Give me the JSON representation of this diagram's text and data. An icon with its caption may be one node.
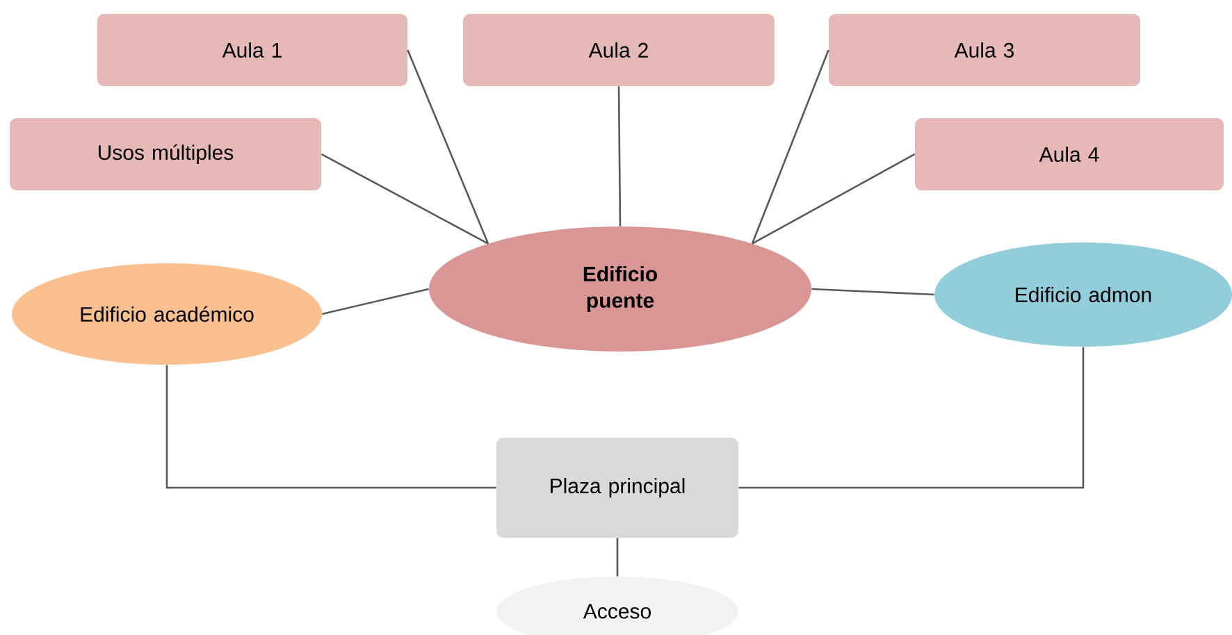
{
  "diagram": {
    "nodes": [
      {
        "text": [
          "Aula 1"
        ]
      },
      {
        "text": [
          "Aula 2"
        ]
      },
      {
        "text": [
          "Aula 3"
        ]
      },
      {
        "text": [
          "Usos múltiples"
        ]
      },
      {
        "text": [
          "Aula 4"
        ]
      },
      {
        "text": [
          "Edificio puente"
        ]
      },
      {
        "text": [
          "Edificio académico"
        ]
      },
      {
        "text": [
          "Edificio admon"
        ]
      },
      {
        "text": [
          "Plaza principal"
        ]
      },
      {
        "text": [
          "Acceso"
        ]
      }
    ],
    "edges": [
      {
        "from": 0,
        "to": 5,
        "arrow": "none"
      },
      {
        "from": 1,
        "to": 5,
        "arrow": "none"
      },
      {
        "from": 2,
        "to": 5,
        "arrow": "none"
      },
      {
        "from": 3,
        "to": 5,
        "arrow": "none"
      },
      {
        "from": 4,
        "to": 5,
        "arrow": "none"
      },
      {
        "from": 6,
        "to": 5,
        "arrow": "none"
      },
      {
        "from": 5,
        "to": 7,
        "arrow": "none"
      },
      {
        "from": 6,
        "to": 8,
        "arrow": "none"
      },
      {
        "from": 7,
        "to": 8,
        "arrow": "none"
      },
      {
        "from": 8,
        "to": 9,
        "arrow": "none"
      }
    ]
  }
}
